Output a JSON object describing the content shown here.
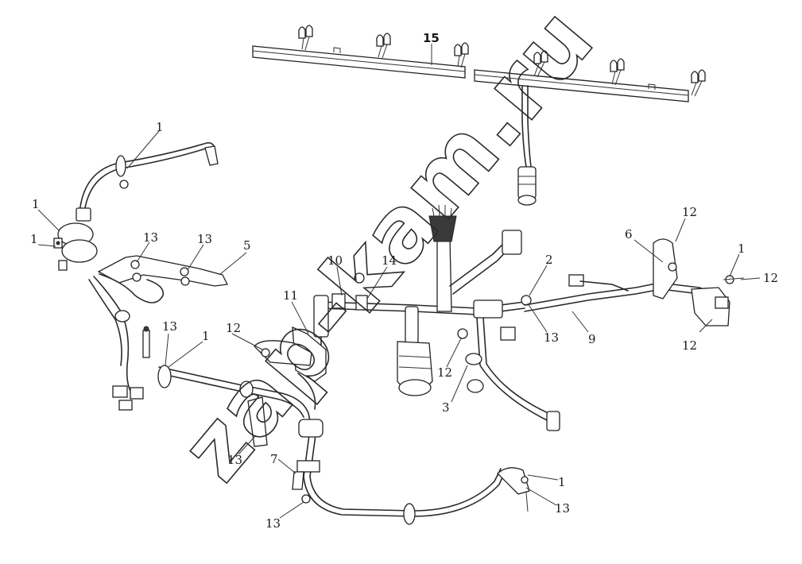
{
  "diagram": {
    "callouts": [
      {
        "id": "callout-15",
        "text": "15"
      },
      {
        "id": "callout-1-a",
        "text": "1"
      },
      {
        "id": "callout-1-b",
        "text": "1"
      },
      {
        "id": "callout-1-c",
        "text": "1"
      },
      {
        "id": "callout-13-a",
        "text": "13"
      },
      {
        "id": "callout-13-b",
        "text": "13"
      },
      {
        "id": "callout-5",
        "text": "5"
      },
      {
        "id": "callout-10",
        "text": "10"
      },
      {
        "id": "callout-14",
        "text": "14"
      },
      {
        "id": "callout-2",
        "text": "2"
      },
      {
        "id": "callout-6",
        "text": "6"
      },
      {
        "id": "callout-12-top",
        "text": "12"
      },
      {
        "id": "callout-1-d",
        "text": "1"
      },
      {
        "id": "callout-12-right",
        "text": "12"
      },
      {
        "id": "callout-11",
        "text": "11"
      },
      {
        "id": "callout-13-c",
        "text": "13"
      },
      {
        "id": "callout-1-e",
        "text": "1"
      },
      {
        "id": "callout-12-mid",
        "text": "12"
      },
      {
        "id": "callout-13-d",
        "text": "13"
      },
      {
        "id": "callout-9",
        "text": "9"
      },
      {
        "id": "callout-12-c",
        "text": "12"
      },
      {
        "id": "callout-12-right-b",
        "text": "12"
      },
      {
        "id": "callout-3",
        "text": "3"
      },
      {
        "id": "callout-13-e",
        "text": "13"
      },
      {
        "id": "callout-7",
        "text": "7"
      },
      {
        "id": "callout-1-f",
        "text": "1"
      },
      {
        "id": "callout-13-f",
        "text": "13"
      },
      {
        "id": "callout-13-g",
        "text": "13"
      }
    ],
    "watermark": "zap-kam.ru"
  }
}
